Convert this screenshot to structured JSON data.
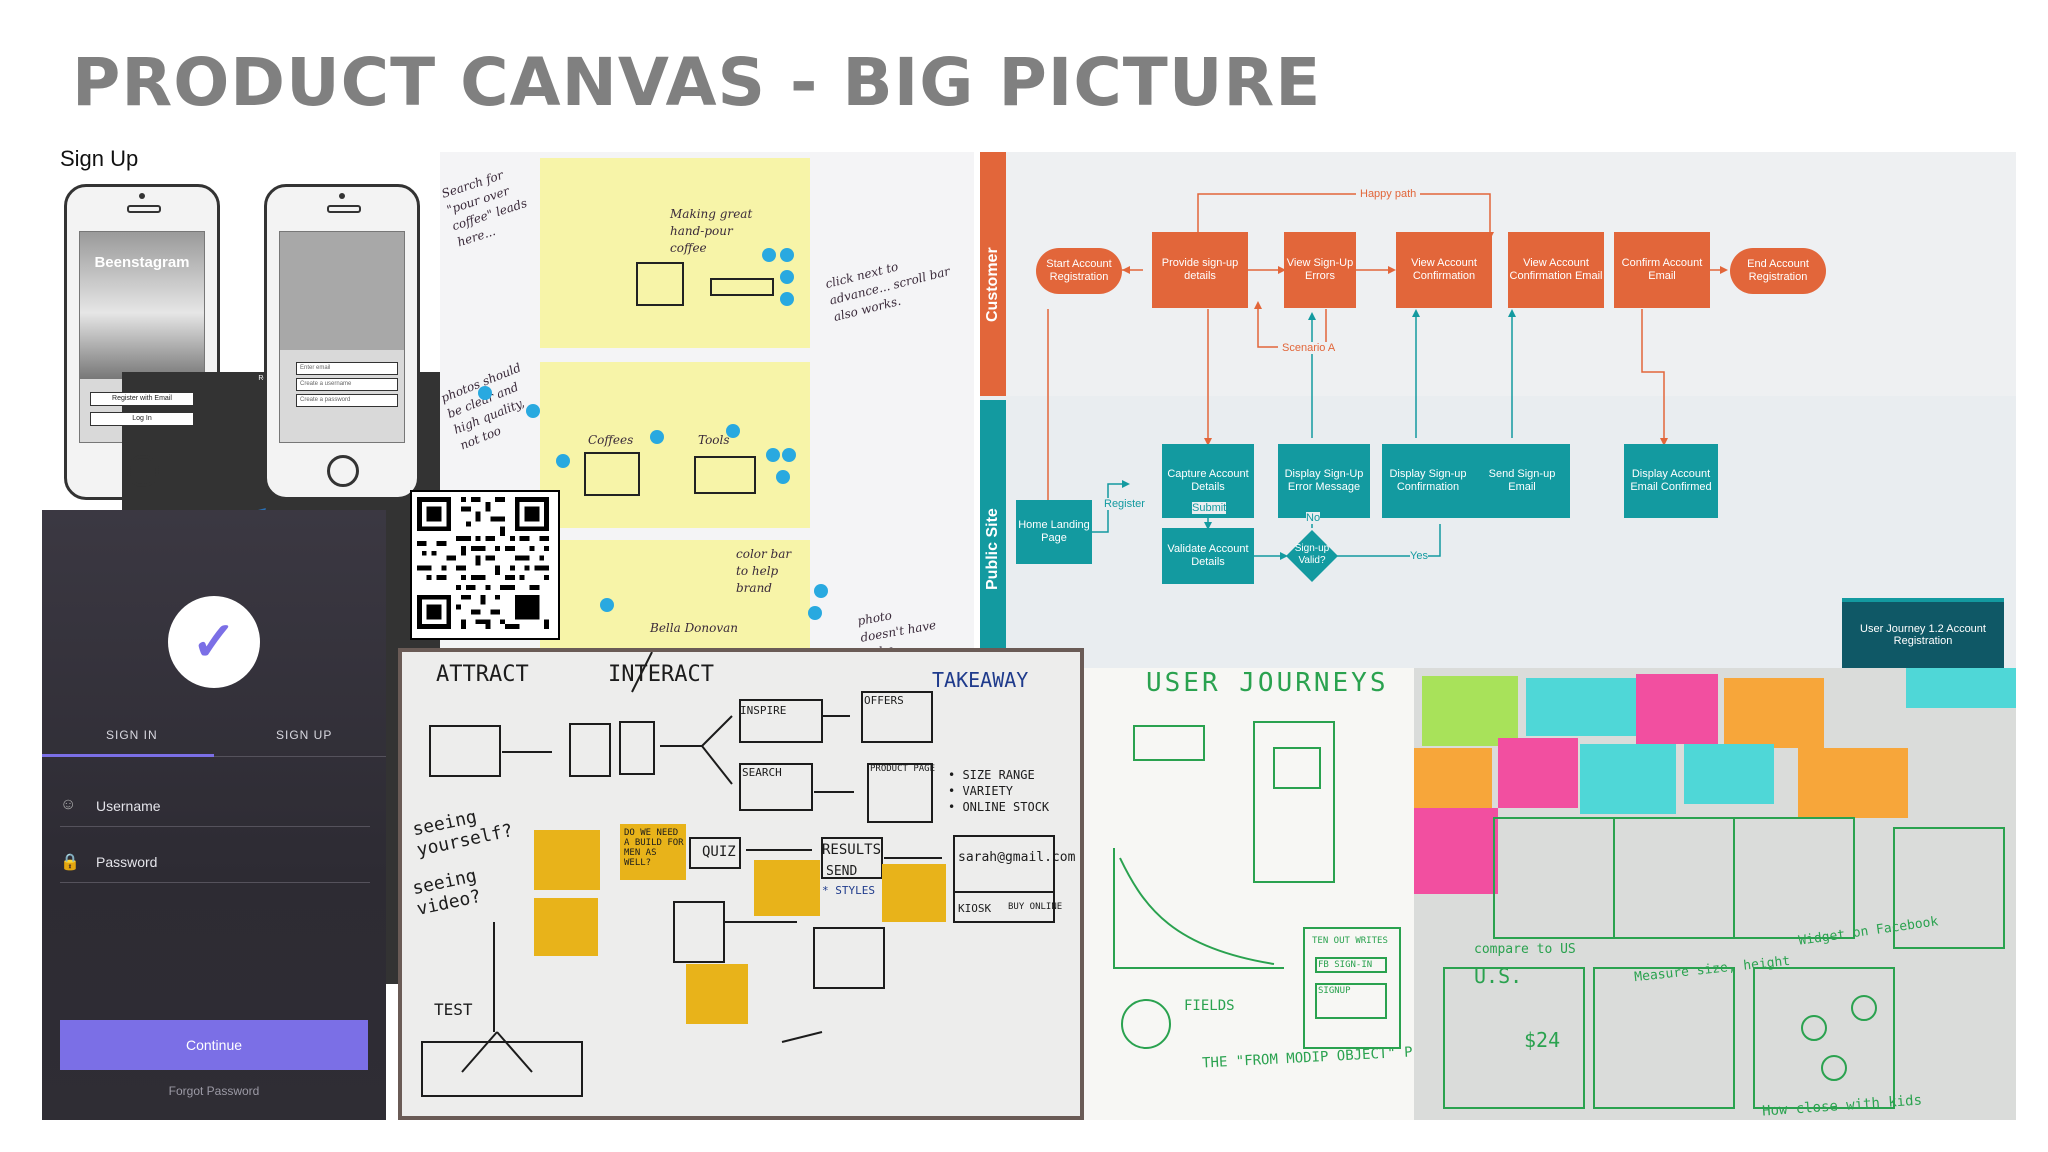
{
  "title": "PRODUCT CANVAS - BIG PICTURE",
  "wireframe": {
    "title": "Sign Up",
    "brand": "Beenstagram",
    "buttons": [
      "Register with Facebook",
      "Register with Email",
      "Log In"
    ],
    "fields": [
      "Enter email",
      "Create a username",
      "Create a password"
    ]
  },
  "mobile_signin": {
    "tabs": [
      "SIGN IN",
      "SIGN UP"
    ],
    "username_label": "Username",
    "password_label": "Password",
    "continue_label": "Continue",
    "forgot_label": "Forgot Password",
    "accent": "#7b6fe6"
  },
  "sketch_board": {
    "notes": [
      "Search for \"pour over coffee\" leads here...",
      "Making great hand-pour coffee",
      "click next to advance... scroll bar also works.",
      "photos should be clear and high quality, not too",
      "color bar to help brand",
      "photo doesn't have to be",
      "Coffees",
      "Tools",
      "Bella Donovan"
    ]
  },
  "flowchart": {
    "lanes": [
      "Customer",
      "Public Site"
    ],
    "customer_nodes": [
      "Start Account Registration",
      "Provide sign-up details",
      "View Sign-Up Errors",
      "View Account Confirmation",
      "View Account Confirmation Email",
      "Confirm Account Email",
      "End Account Registration"
    ],
    "site_nodes": [
      "Home Landing Page",
      "Capture Account Details",
      "Validate Account Details",
      "Display Sign-Up Error Message",
      "Display Sign-up Confirmation",
      "Send Sign-up Email",
      "Display Account Email Confirmed"
    ],
    "decision": "Sign-up Valid?",
    "labels": {
      "happy_path": "Happy path",
      "scenario_a": "Scenario A",
      "register": "Register",
      "submit": "Submit",
      "no": "No",
      "yes": "Yes"
    },
    "journey": "User Journey 1.2 Account Registration",
    "colors": {
      "customer": "#e2663a",
      "site": "#139aa0"
    }
  },
  "whiteboard": {
    "columns": [
      "ATTRACT",
      "INTERACT",
      "TAKEAWAY"
    ],
    "items": [
      "INSPIRE",
      "OFFERS",
      "SEARCH",
      "PRODUCT PAGE",
      "• SIZE RANGE",
      "• VARIETY",
      "• ONLINE STOCK",
      "seeing yourself?",
      "seeing video?",
      "TEST",
      "QUIZ",
      "RESULTS",
      "SEND",
      "sarah@gmail.com",
      "KIOSK",
      "BUY ONLINE",
      "DO WE NEED A BUILD FOR MEN AS WELL?",
      "* STYLES"
    ]
  },
  "journeys_board": {
    "title": "USER JOURNEYS",
    "notes": [
      "THE \"FROM MODIP OBJECT\" P",
      "FIELDS",
      "TEN OUT WRITES",
      "FB SIGN-IN",
      "SIGNUP"
    ]
  },
  "wall": {
    "notes": [
      "Measure size, height",
      "How close with kids",
      "Widget on Facebook",
      "compare to US",
      "U.S.",
      "$24"
    ]
  }
}
